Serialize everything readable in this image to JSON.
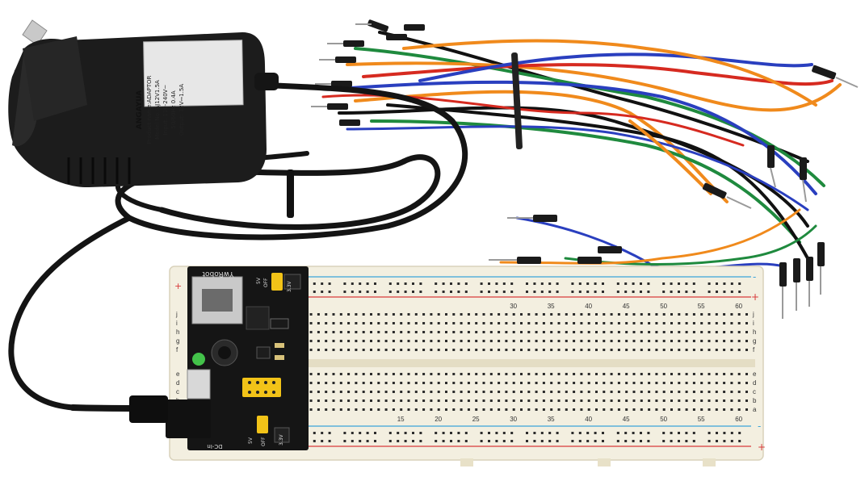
{
  "adapter": {
    "brand": "ANGAYUA",
    "label_lines": [
      "Product name:ADAPTOR",
      "Model No.:AJ12V1.5A",
      "Input: 110-240V~",
      "50/60Hz 0.4A",
      "Output: 12V⎓1.5A"
    ]
  },
  "power_module": {
    "brand": "YwRobot",
    "v5_label": "5V",
    "off_label": "OFF",
    "v33_label": "3.3V",
    "dcin_label": "DC-In"
  },
  "breadboard": {
    "row_letters_top": [
      "j",
      "i",
      "h",
      "g",
      "f"
    ],
    "row_letters_bottom": [
      "e",
      "d",
      "c",
      "b",
      "a"
    ],
    "column_numbers_top": [
      "30",
      "35",
      "40",
      "45",
      "50",
      "55",
      "60"
    ],
    "column_numbers_bottom": [
      "15",
      "20",
      "25",
      "30",
      "35",
      "40",
      "45",
      "50",
      "55",
      "60"
    ],
    "plus_sign": "+",
    "minus_sign": "-"
  },
  "colors": {
    "wire_orange": "#f08a1c",
    "wire_blue": "#2a3fbf",
    "wire_green": "#1f8a3e",
    "wire_red": "#d62a20",
    "wire_black": "#111111",
    "board_bg": "#f3efe0",
    "pcb": "#151515",
    "header_yellow": "#f2c318"
  }
}
